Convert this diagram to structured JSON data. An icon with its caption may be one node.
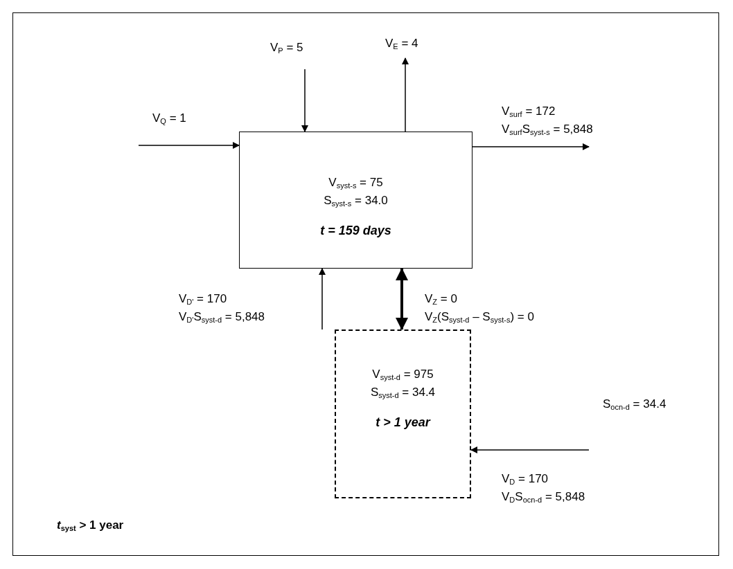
{
  "diagram": {
    "nodes": [
      {
        "text": [
          "V$_{syst-s}$ = 75",
          "S$_{syst-s}$ = 34.0",
          "*t* = 159 days"
        ]
      },
      {
        "text": [
          "V$_{syst-d}$ = 975",
          "S$_{syst-d}$ = 34.4",
          "*t* > 1 year"
        ]
      }
    ],
    "edges": [
      {
        "from": null,
        "to": 0,
        "arrow": "to",
        "label": "V$_{Q}$ = 1"
      },
      {
        "from": null,
        "to": 0,
        "arrow": "to",
        "label": "V$_{P}$ = 5"
      },
      {
        "from": 0,
        "to": null,
        "arrow": "to",
        "label": "V$_{E}$ = 4"
      },
      {
        "from": 0,
        "to": null,
        "arrow": "to",
        "label": "V$_{surf}$ = 172 V$_{surf}$S$_{syst-s}$ = 5,848"
      },
      {
        "from": 1,
        "to": 0,
        "arrow": "to",
        "label": "V$_{D'}$ = 170 V$_{D'}$S$_{syst-d}$ = 5,848"
      },
      {
        "from": 0,
        "to": 1,
        "arrow": "both",
        "style": "thick",
        "label": "V$_{Z}$ = 0 V$_{Z}$(S$_{syst-d}$ – S$_{syst-s}$) = 0"
      },
      {
        "from": null,
        "to": 1,
        "arrow": "to",
        "label": "V$_{D}$ = 170 V$_{D}$S$_{ocn-d}$ = 5,848"
      }
    ],
    "labels": [
      "S$_{ocn-d}$ = 34.4",
      "*t*$_{syst}$ > 1 year"
    ]
  }
}
